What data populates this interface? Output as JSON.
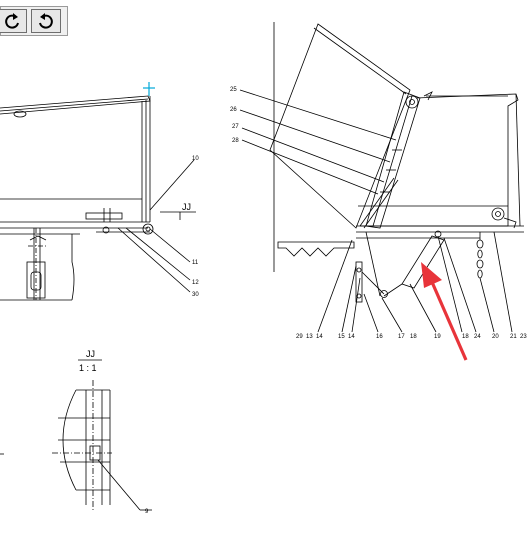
{
  "toolbar": {
    "redo_icon": "redo-icon",
    "undo_icon": "undo-icon"
  },
  "drawing": {
    "callouts": {
      "c25": "25",
      "c26": "26",
      "c27": "27",
      "c28": "28",
      "c10": "10",
      "c11": "11",
      "c12": "12",
      "c30": "30",
      "c29": "29",
      "c13": "13",
      "c14a": "14",
      "c15": "15",
      "c14b": "14",
      "c16": "16",
      "c17": "17",
      "c18a": "18",
      "c19": "19",
      "c18b": "18",
      "c24": "24",
      "c20": "20",
      "c21": "21",
      "c23": "23",
      "c9": "9"
    },
    "section_mark": "JJ",
    "section_title": "JJ",
    "section_scale": "1 : 1"
  },
  "colors": {
    "annotation_arrow": "#e8343a",
    "accent_cyan": "#00a8d8",
    "line": "#000000"
  }
}
